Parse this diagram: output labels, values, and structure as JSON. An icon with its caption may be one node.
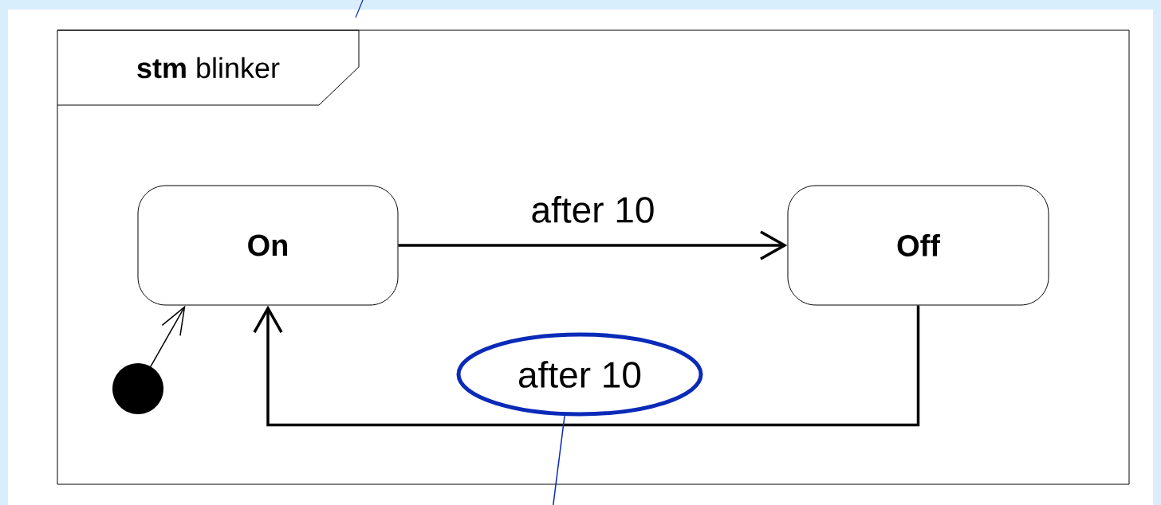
{
  "diagram": {
    "nodes": [
      {
        "text": [
          "**stm** blinker"
        ]
      },
      {
        "text": [
          "On"
        ],
        "in": 0
      },
      {
        "text": [
          "Off"
        ],
        "in": 0
      },
      {
        "text": [],
        "shape": "circle",
        "in": 0
      },
      {
        "text": [
          "after 10"
        ],
        "in": 0
      }
    ],
    "edges": [
      {
        "from": 3,
        "to": 1,
        "arrow": "to"
      },
      {
        "from": 1,
        "to": 2,
        "arrow": "to",
        "label": "after 10"
      },
      {
        "from": 2,
        "to": 1,
        "arrow": "to"
      },
      {
        "from": null,
        "to": 4,
        "arrow": "none",
        "color": "#0a2ab8"
      }
    ]
  }
}
